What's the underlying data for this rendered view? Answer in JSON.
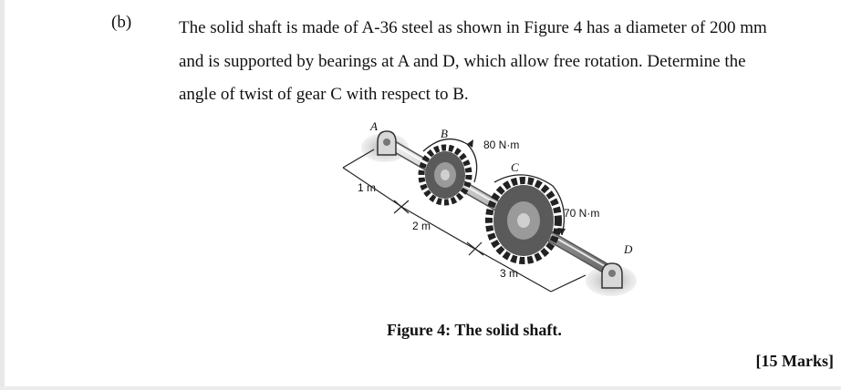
{
  "problem": {
    "part_label": "(b)",
    "lines": [
      "The solid shaft is made of A-36 steel as shown in Figure 4 has a diameter of 200 mm",
      "and is supported by bearings at A and D, which allow free rotation. Determine the",
      "angle of twist of gear C with respect to B."
    ]
  },
  "figure": {
    "labels": {
      "A": "A",
      "B": "B",
      "C": "C",
      "D": "D",
      "torque_b": "80 N·m",
      "torque_c": "70 N·m",
      "dim_1": "1 m",
      "dim_2": "2 m",
      "dim_3": "3 m"
    },
    "caption": "Figure 4: The solid shaft."
  },
  "marks": "[15 Marks]"
}
